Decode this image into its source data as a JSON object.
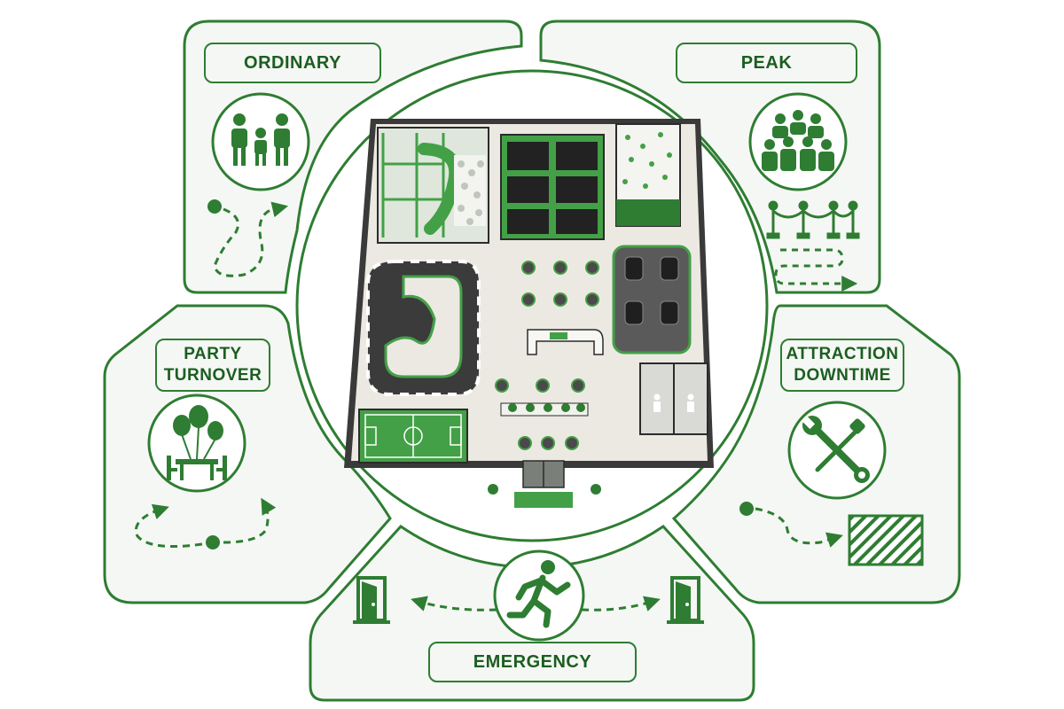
{
  "scenarios": {
    "ordinary": {
      "label": "ORDINARY"
    },
    "peak": {
      "label": "PEAK"
    },
    "party_turnover": {
      "line1": "PARTY",
      "line2": "TURNOVER"
    },
    "attraction_downtime": {
      "line1": "ATTRACTION",
      "line2": "DOWNTIME"
    },
    "emergency": {
      "label": "EMERGENCY"
    }
  },
  "icons": {
    "ordinary": [
      "family-icon",
      "wandering-path-icon"
    ],
    "peak": [
      "crowd-icon",
      "queue-barrier-icon",
      "queue-path-icon"
    ],
    "party_turnover": [
      "balloons-table-icon",
      "circular-flow-icon"
    ],
    "attraction_downtime": [
      "wrench-screwdriver-icon",
      "closed-zone-icon"
    ],
    "emergency": [
      "running-person-icon",
      "exit-door-icon"
    ]
  },
  "floor_plan_zones": [
    "play-structure",
    "trampolines",
    "climbing-wall",
    "kart-track",
    "cafe-seating",
    "service-counter",
    "bumper-cars",
    "restrooms",
    "soccer-field",
    "entrance"
  ],
  "colors": {
    "primary_green": "#2e7d32",
    "dark_green": "#1b5e20",
    "bright_green": "#43a047",
    "panel_bg": "#f5f7f4",
    "floor": "#ece9e2"
  }
}
